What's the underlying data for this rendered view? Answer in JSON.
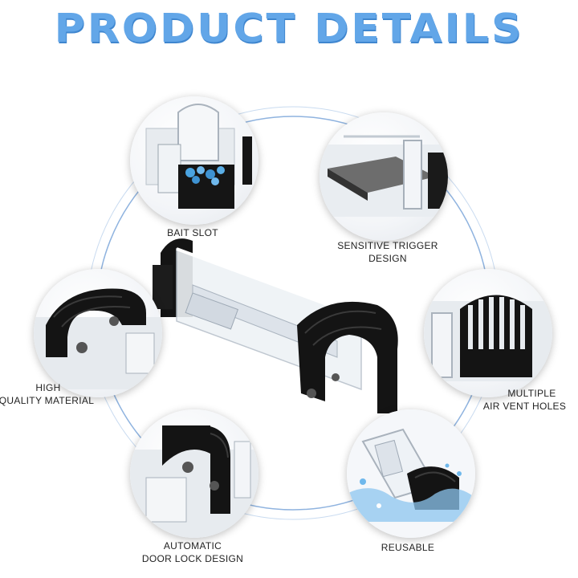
{
  "page": {
    "title": "PRODUCT DETAILS"
  },
  "features": [
    {
      "label_line1": "BAIT SLOT",
      "label_line2": ""
    },
    {
      "label_line1": "SENSITIVE TRIGGER",
      "label_line2": "DESIGN"
    },
    {
      "label_line1": "HIGH",
      "label_line2": "QUALITY MATERIAL"
    },
    {
      "label_line1": "MULTIPLE",
      "label_line2": "AIR VENT HOLES"
    },
    {
      "label_line1": "AUTOMATIC",
      "label_line2": "DOOR LOCK DESIGN"
    },
    {
      "label_line1": "REUSABLE",
      "label_line2": ""
    }
  ],
  "colors": {
    "title": "#62a6e8",
    "ring": "#8fb3df",
    "trap_dark": "#141414",
    "bait_blue": "#4aa3e0"
  }
}
